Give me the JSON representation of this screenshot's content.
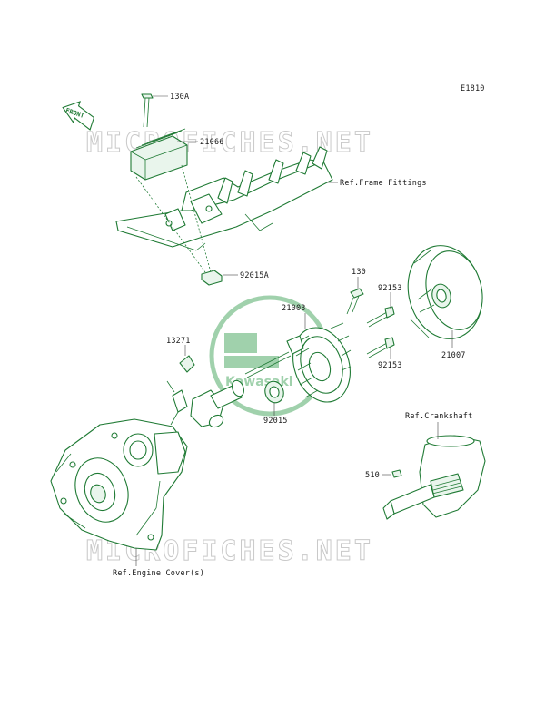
{
  "diagram_code": "E1810",
  "front_arrow_label": "FRONT",
  "watermark_text": "MICROFICHES.NET",
  "logo_text": "Kawasaki",
  "colors": {
    "line": "#1f7a34",
    "label": "#1a1a1a",
    "watermark": "#c9c9c9",
    "logo": "#2e9a4a"
  },
  "callouts": {
    "p130a": "130A",
    "p21066": "21066",
    "ref_frame": "Ref.Frame Fittings",
    "p92015a": "92015A",
    "p130": "130",
    "p21003": "21003",
    "p92153_top": "92153",
    "p92153_bottom": "92153",
    "p21007": "21007",
    "p13271": "13271",
    "p92015": "92015",
    "ref_crankshaft": "Ref.Crankshaft",
    "p510": "510",
    "ref_engine_cover": "Ref.Engine Cover(s)"
  }
}
